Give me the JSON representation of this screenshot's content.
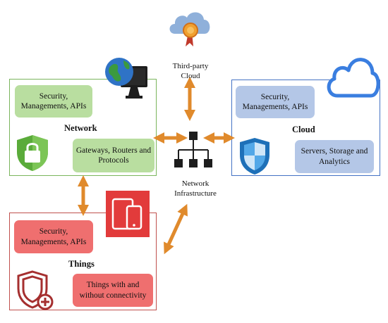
{
  "colors": {
    "network_border": "#7ab55c",
    "network_fill": "#b9dea0",
    "cloud_border": "#4472c4",
    "cloud_fill": "#b4c7e7",
    "things_border": "#c0504d",
    "things_fill": "#ef6f6f",
    "arrow": "#e08a2c"
  },
  "third_party": {
    "label": "Third-party Cloud",
    "icon": "cloud-badge-icon"
  },
  "network": {
    "title": "Network",
    "box1": "Security, Managements, APIs",
    "box2": "Gateways, Routers and Protocols",
    "icons": [
      "globe-monitor-icon",
      "shield-lock-icon"
    ]
  },
  "cloud": {
    "title": "Cloud",
    "box1": "Security, Managements, APIs",
    "box2": "Servers, Storage and Analytics",
    "icons": [
      "cloud-outline-icon",
      "shield-icon"
    ]
  },
  "things": {
    "title": "Things",
    "box1": "Security, Managements, APIs",
    "box2": "Things with and without connectivity",
    "icons": [
      "devices-icon",
      "shield-plus-icon"
    ]
  },
  "infrastructure": {
    "label": "Network Infrastructure",
    "icon": "network-hierarchy-icon"
  }
}
